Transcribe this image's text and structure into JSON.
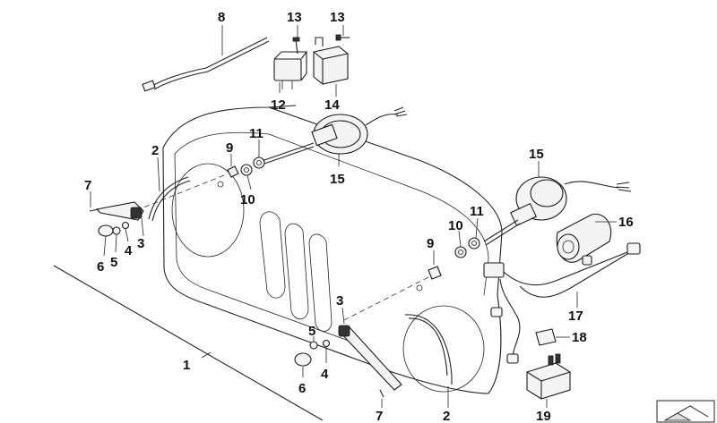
{
  "callouts": {
    "c1": "1",
    "c2a": "2",
    "c2b": "2",
    "c3a": "3",
    "c3b": "3",
    "c4a": "4",
    "c4b": "4",
    "c5a": "5",
    "c5b": "5",
    "c6a": "6",
    "c6b": "6",
    "c7a": "7",
    "c7b": "7",
    "c8": "8",
    "c9a": "9",
    "c9b": "9",
    "c10a": "10",
    "c10b": "10",
    "c11a": "11",
    "c11b": "11",
    "c12": "12",
    "c13a": "13",
    "c13b": "13",
    "c14": "14",
    "c15a": "15",
    "c15b": "15",
    "c16": "16",
    "c17": "17",
    "c18": "18",
    "c19": "19"
  },
  "icons": {
    "corner": "folded-page-icon"
  }
}
